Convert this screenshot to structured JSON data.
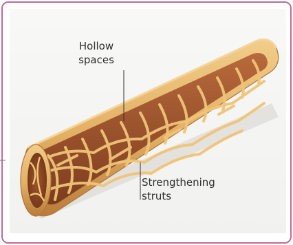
{
  "diagram": {
    "labels": {
      "hollow_spaces": [
        "Hollow",
        "spaces"
      ],
      "strengthening_struts": [
        "Strengthening",
        "struts"
      ]
    }
  },
  "colors": {
    "frame_border": "#c06a94",
    "bone_shell": "#e2b063",
    "bone_shadow": "#c88c45",
    "cavity": "#a85d33",
    "cavity_dark": "#8a4423",
    "strut": "#f0c479"
  }
}
